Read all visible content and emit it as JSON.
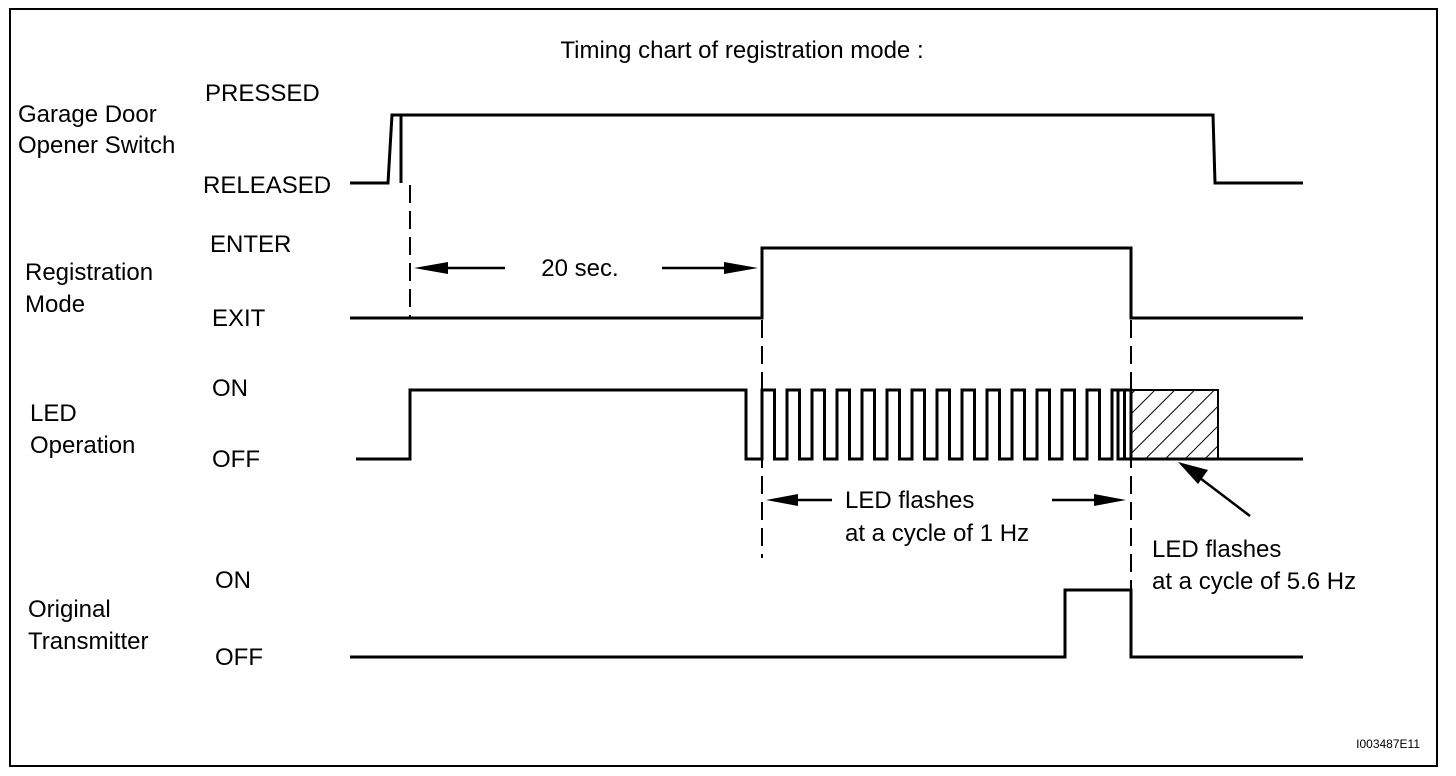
{
  "title": "Timing chart of registration mode :",
  "figure_code": "I003487E11",
  "signals": {
    "garage_door": {
      "name_line1": "Garage Door",
      "name_line2": "Opener Switch",
      "high": "PRESSED",
      "low": "RELEASED"
    },
    "registration": {
      "name_line1": "Registration",
      "name_line2": "Mode",
      "high": "ENTER",
      "low": "EXIT"
    },
    "led": {
      "name_line1": "LED",
      "name_line2": "Operation",
      "high": "ON",
      "low": "OFF"
    },
    "transmitter": {
      "name_line1": "Original",
      "name_line2": "Transmitter",
      "high": "ON",
      "low": "OFF"
    }
  },
  "annotations": {
    "interval": "20 sec.",
    "led_1hz_line1": "LED flashes",
    "led_1hz_line2": "at a cycle of 1 Hz",
    "led_56hz_line1": "LED flashes",
    "led_56hz_line2": "at a cycle of 5.6 Hz"
  }
}
